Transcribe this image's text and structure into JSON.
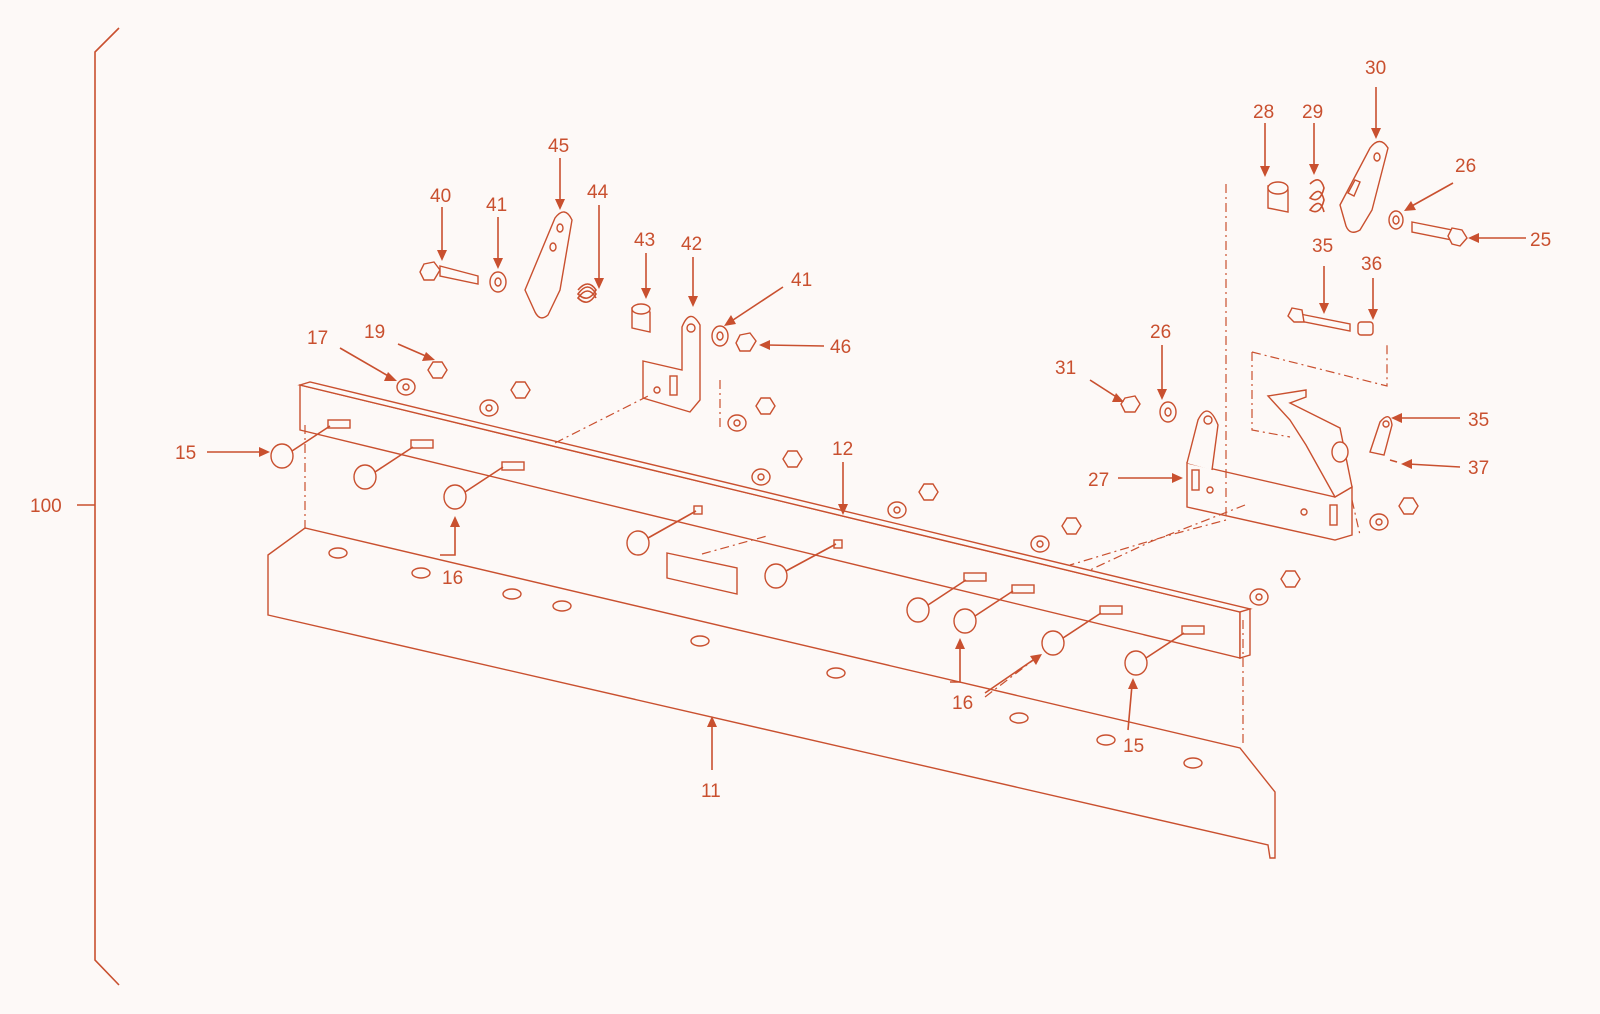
{
  "diagram": {
    "assembly_label": "100",
    "line_color": "#c9502f",
    "background_color": "#fdf9f7",
    "callouts": [
      {
        "id": "c11",
        "text": "11"
      },
      {
        "id": "c12",
        "text": "12"
      },
      {
        "id": "c15a",
        "text": "15"
      },
      {
        "id": "c15b",
        "text": "15"
      },
      {
        "id": "c16a",
        "text": "16"
      },
      {
        "id": "c16b",
        "text": "16"
      },
      {
        "id": "c17",
        "text": "17"
      },
      {
        "id": "c19",
        "text": "19"
      },
      {
        "id": "c25",
        "text": "25"
      },
      {
        "id": "c26a",
        "text": "26"
      },
      {
        "id": "c26b",
        "text": "26"
      },
      {
        "id": "c27",
        "text": "27"
      },
      {
        "id": "c28",
        "text": "28"
      },
      {
        "id": "c29",
        "text": "29"
      },
      {
        "id": "c30",
        "text": "30"
      },
      {
        "id": "c31",
        "text": "31"
      },
      {
        "id": "c35a",
        "text": "35"
      },
      {
        "id": "c35b",
        "text": "35"
      },
      {
        "id": "c36",
        "text": "36"
      },
      {
        "id": "c37",
        "text": "37"
      },
      {
        "id": "c40",
        "text": "40"
      },
      {
        "id": "c41a",
        "text": "41"
      },
      {
        "id": "c41b",
        "text": "41"
      },
      {
        "id": "c42",
        "text": "42"
      },
      {
        "id": "c43",
        "text": "43"
      },
      {
        "id": "c44",
        "text": "44"
      },
      {
        "id": "c45",
        "text": "45"
      },
      {
        "id": "c46",
        "text": "46"
      }
    ]
  }
}
